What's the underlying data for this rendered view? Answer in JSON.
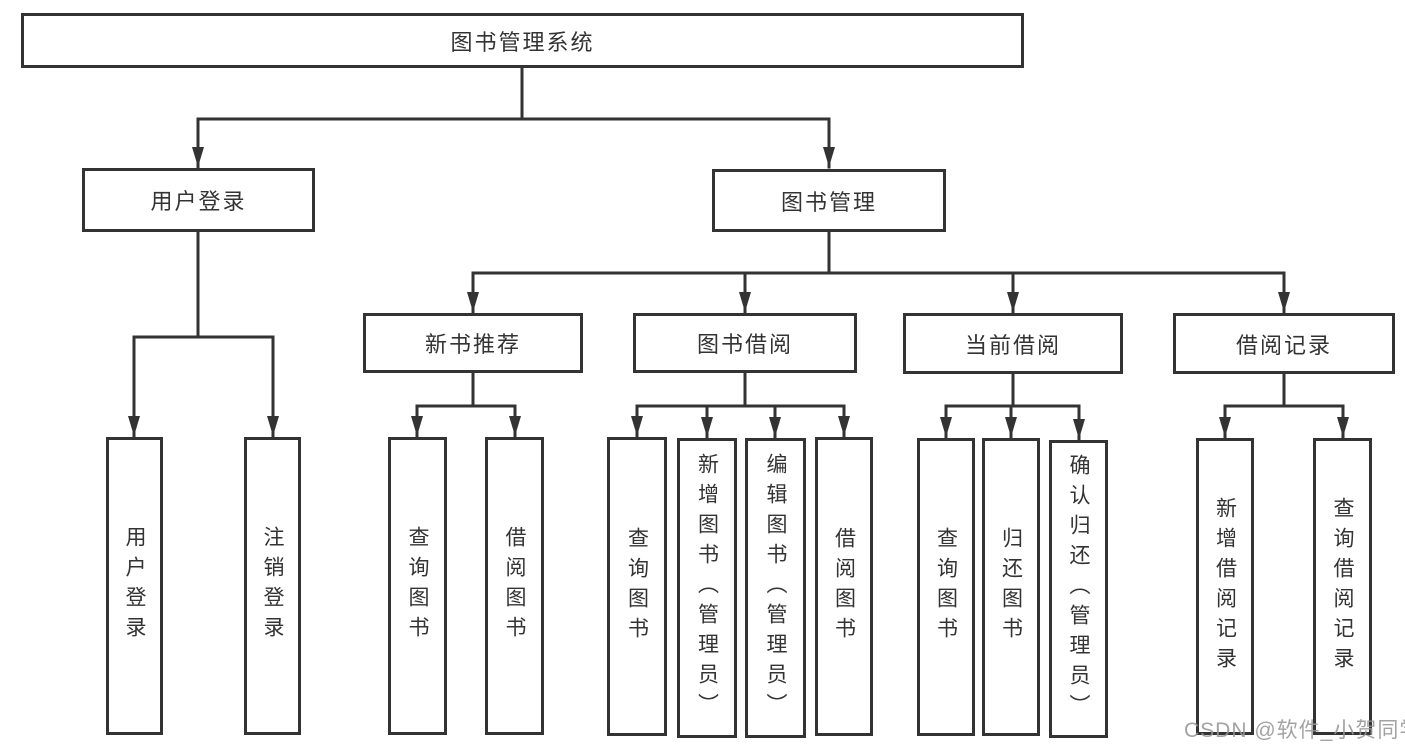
{
  "nodes": {
    "root": {
      "label": "图书管理系统"
    },
    "user_login": {
      "label": "用户登录"
    },
    "book_mgmt": {
      "label": "图书管理"
    },
    "new_book_rec": {
      "label": "新书推荐"
    },
    "book_borrow": {
      "label": "图书借阅"
    },
    "current_borrow": {
      "label": "当前借阅"
    },
    "borrow_records": {
      "label": "借阅记录"
    },
    "leaf_user_login": {
      "label": "用户登录"
    },
    "leaf_logout": {
      "label": "注销登录"
    },
    "leaf_rec_query": {
      "label": "查询图书"
    },
    "leaf_rec_borrow": {
      "label": "借阅图书"
    },
    "leaf_bb_query": {
      "label": "查询图书"
    },
    "leaf_bb_add": {
      "label": "新增图书（管理员）"
    },
    "leaf_bb_edit": {
      "label": "编辑图书（管理员）"
    },
    "leaf_bb_borrow": {
      "label": "借阅图书"
    },
    "leaf_cb_query": {
      "label": "查询图书"
    },
    "leaf_cb_return": {
      "label": "归还图书"
    },
    "leaf_cb_confirm": {
      "label": "确认归还（管理员）"
    },
    "leaf_br_add": {
      "label": "新增借阅记录"
    },
    "leaf_br_query": {
      "label": "查询借阅记录"
    }
  },
  "hierarchy": {
    "图书管理系统": {
      "用户登录": [
        "用户登录",
        "注销登录"
      ],
      "图书管理": {
        "新书推荐": [
          "查询图书",
          "借阅图书"
        ],
        "图书借阅": [
          "查询图书",
          "新增图书（管理员）",
          "编辑图书（管理员）",
          "借阅图书"
        ],
        "当前借阅": [
          "查询图书",
          "归还图书",
          "确认归还（管理员）"
        ],
        "借阅记录": [
          "新增借阅记录",
          "查询借阅记录"
        ]
      }
    }
  },
  "watermark": {
    "text": "CSDN @软件_小贺同学"
  },
  "colors": {
    "line": "#333333",
    "border": "#333333",
    "text": "#333333",
    "background": "#ffffff",
    "watermark": "#969696"
  }
}
